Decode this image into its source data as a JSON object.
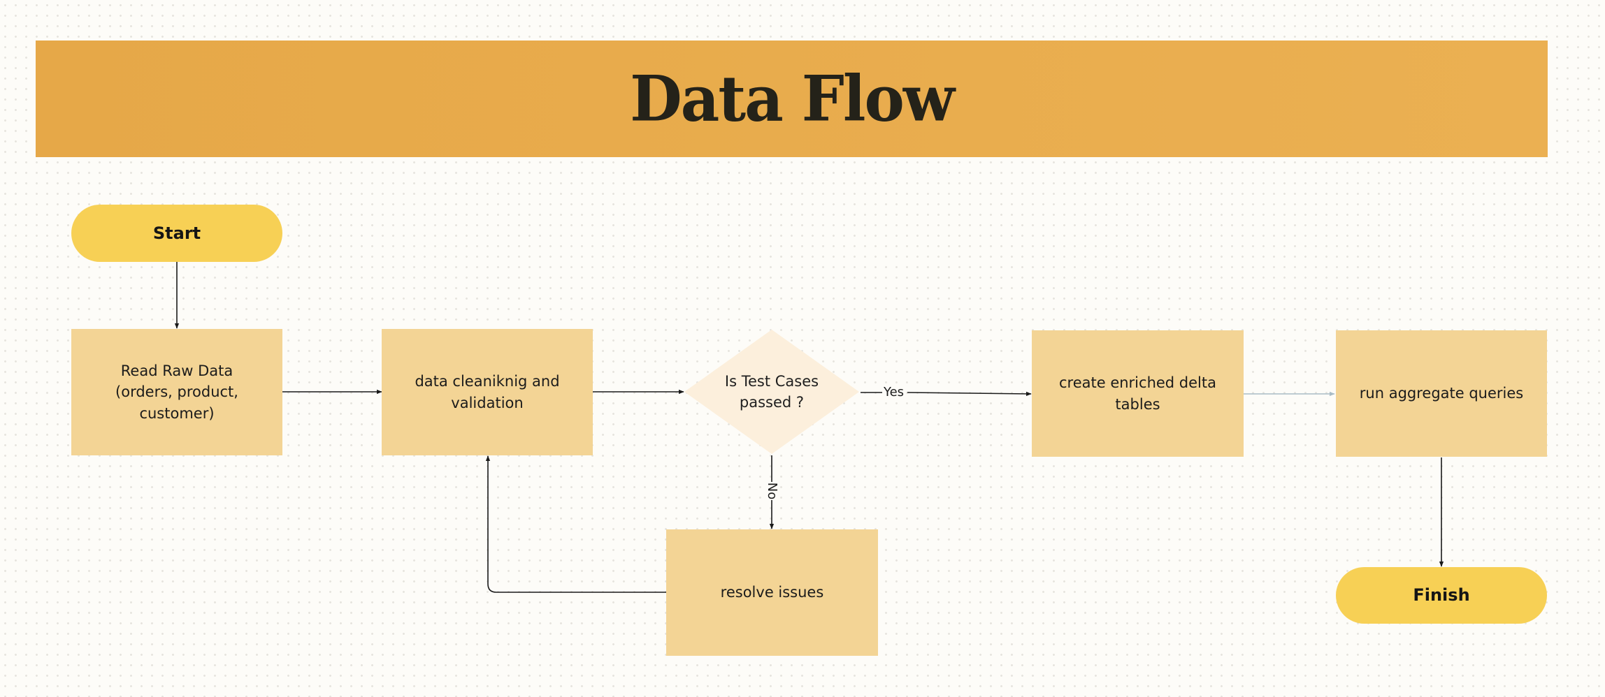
{
  "title": "Data Flow",
  "nodes": {
    "start": "Start",
    "read_raw": "Read Raw Data\n(orders, product, customer)",
    "cleaning": "data  cleaniknig and\nvalidation",
    "decision": "Is Test Cases\npassed ?",
    "resolve": "resolve  issues",
    "enriched": "create enriched delta tables",
    "aggregate": "run aggregate queries",
    "finish": "Finish"
  },
  "edges": {
    "yes_label": "Yes",
    "no_label": "No"
  },
  "colors": {
    "banner": "#e8ab4b",
    "terminal": "#f7d055",
    "process": "#f3d495",
    "decision": "#fcefdc",
    "connector": "#1a1a1a",
    "connector_muted": "#a9bcc6"
  }
}
